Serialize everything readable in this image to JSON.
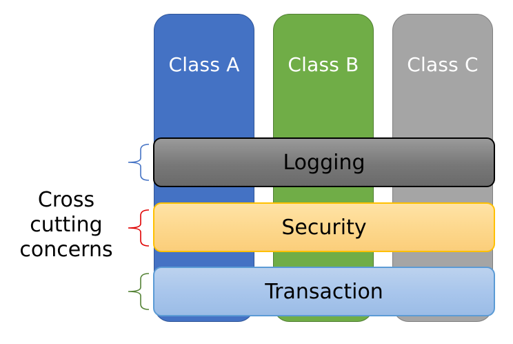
{
  "classes": [
    {
      "label": "Class A",
      "color": "#4472c4"
    },
    {
      "label": "Class B",
      "color": "#70ad47"
    },
    {
      "label": "Class C",
      "color": "#a5a5a5"
    }
  ],
  "concerns": [
    {
      "label": "Logging",
      "color": "#808080",
      "brace_color": "#4472c4"
    },
    {
      "label": "Security",
      "color": "#fdd88e",
      "brace_color": "#e00000"
    },
    {
      "label": "Transaction",
      "color": "#a9c6ec",
      "brace_color": "#548235"
    }
  ],
  "side_label": {
    "lines": [
      "Cross",
      "cutting",
      "concerns"
    ]
  }
}
